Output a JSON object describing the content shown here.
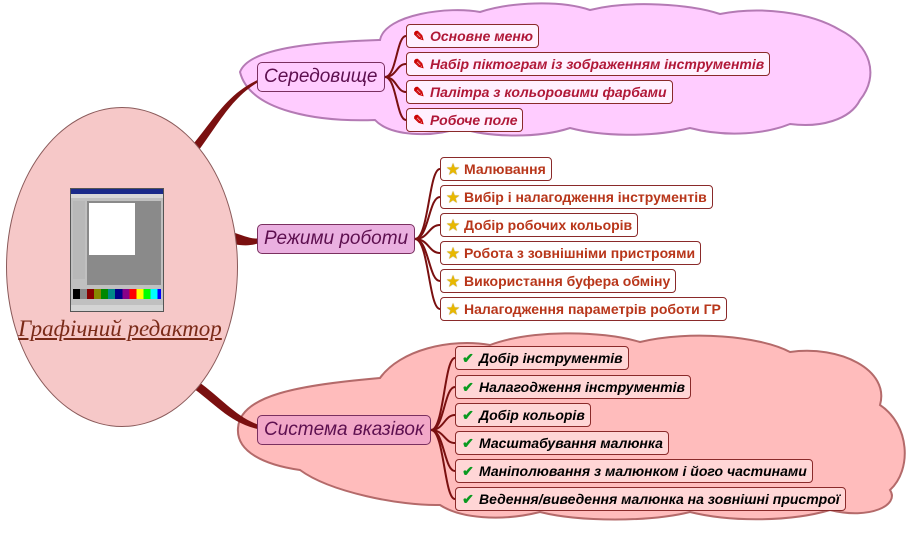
{
  "colors": {
    "cloud1": "#ffccff",
    "cloud3": "#ffbcbc",
    "connector": "#7a1010",
    "root_fill": "#f6c8c8"
  },
  "root": {
    "title": "Графічний редактор",
    "image_icon": "paint-window-thumbnail"
  },
  "branches": [
    {
      "label": "Середовище",
      "icon": "pen-icon",
      "items": [
        "Основне меню",
        "Набір піктограм із зображенням інструментів",
        "Палітра з кольоровими фарбами",
        "Робоче поле"
      ]
    },
    {
      "label": "Режими роботи",
      "icon": "star-icon",
      "items": [
        "Малювання",
        "Вибір і налагодження інструментів",
        "Добір робочих кольорів",
        "Робота з зовнішніми пристроями",
        "Використання буфера обміну",
        "Налагодження параметрів роботи ГР"
      ]
    },
    {
      "label": "Система вказівок",
      "icon": "check-icon",
      "items": [
        "Добір інструментів",
        "Налагодження інструментів",
        "Добір кольорів",
        "Масштабування малюнка",
        "Маніполювання з малюнком і його частинами",
        "Ведення/виведення малюнка на зовнішні пристрої"
      ]
    }
  ]
}
